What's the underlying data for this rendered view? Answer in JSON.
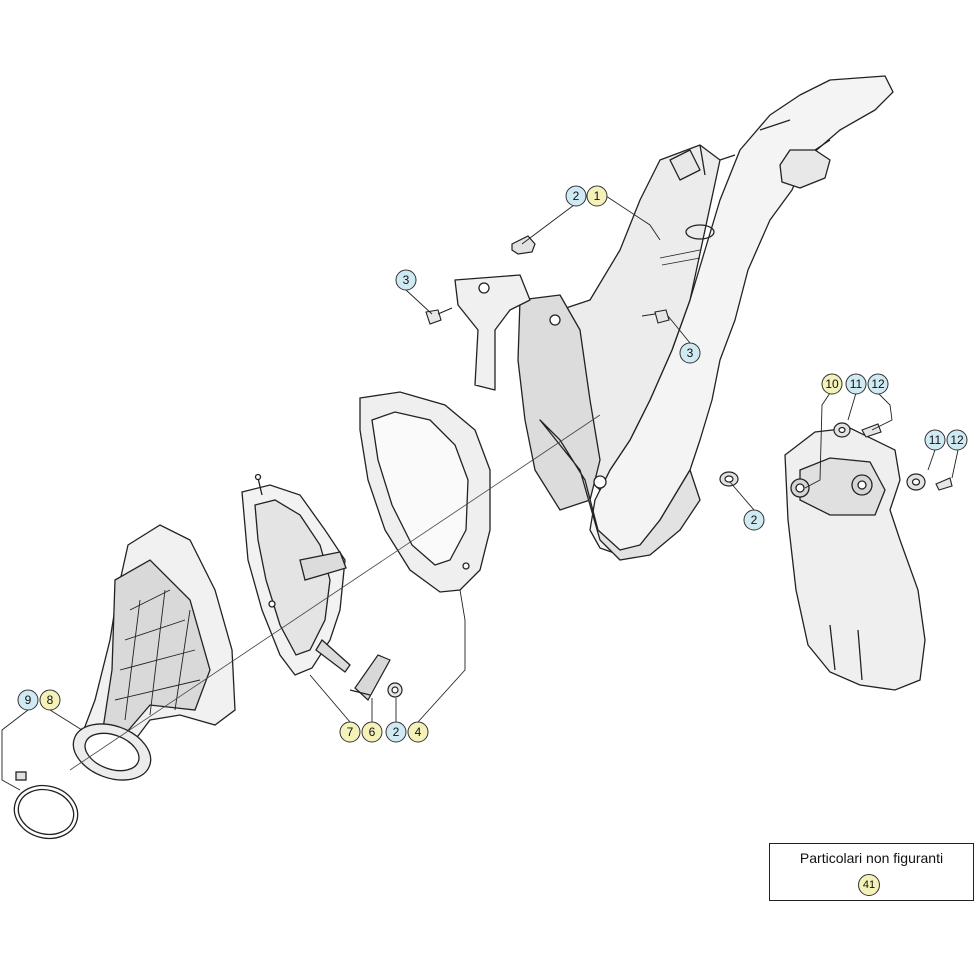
{
  "callouts": {
    "frame_2": "2",
    "frame_1": "1",
    "bolt_left_3": "3",
    "bolt_right_3": "3",
    "grommet_2": "2",
    "guard_10": "10",
    "guard_11": "11",
    "guard_12": "12",
    "guard_right_11": "11",
    "guard_right_12": "12",
    "clamp_9": "9",
    "clamp_8": "8",
    "bottom_7": "7",
    "bottom_6": "6",
    "bottom_2": "2",
    "bottom_4": "4"
  },
  "legend": {
    "title": "Particolari non figuranti",
    "part_number": "41"
  },
  "colors": {
    "callout_yellow": "#f4f2b8",
    "callout_blue": "#cfeaf3",
    "line": "#222222",
    "part_fill": "#ffffff",
    "part_shade": "#e6e6e6"
  }
}
